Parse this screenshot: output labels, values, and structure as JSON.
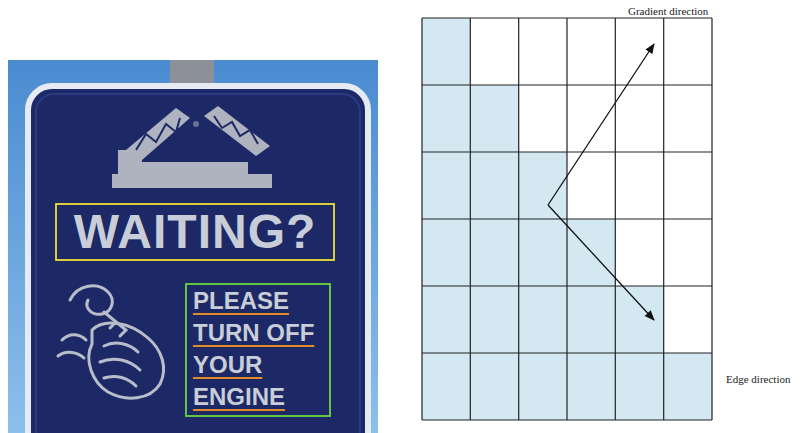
{
  "diagram": {
    "nodes": [
      {
        "text": [
          "WAITING?"
        ]
      },
      {
        "text": [
          "PLEASE TURN OFF YOUR ENGINE"
        ]
      }
    ],
    "labels": [
      "Gradient direction",
      "Edge direction"
    ]
  }
}
